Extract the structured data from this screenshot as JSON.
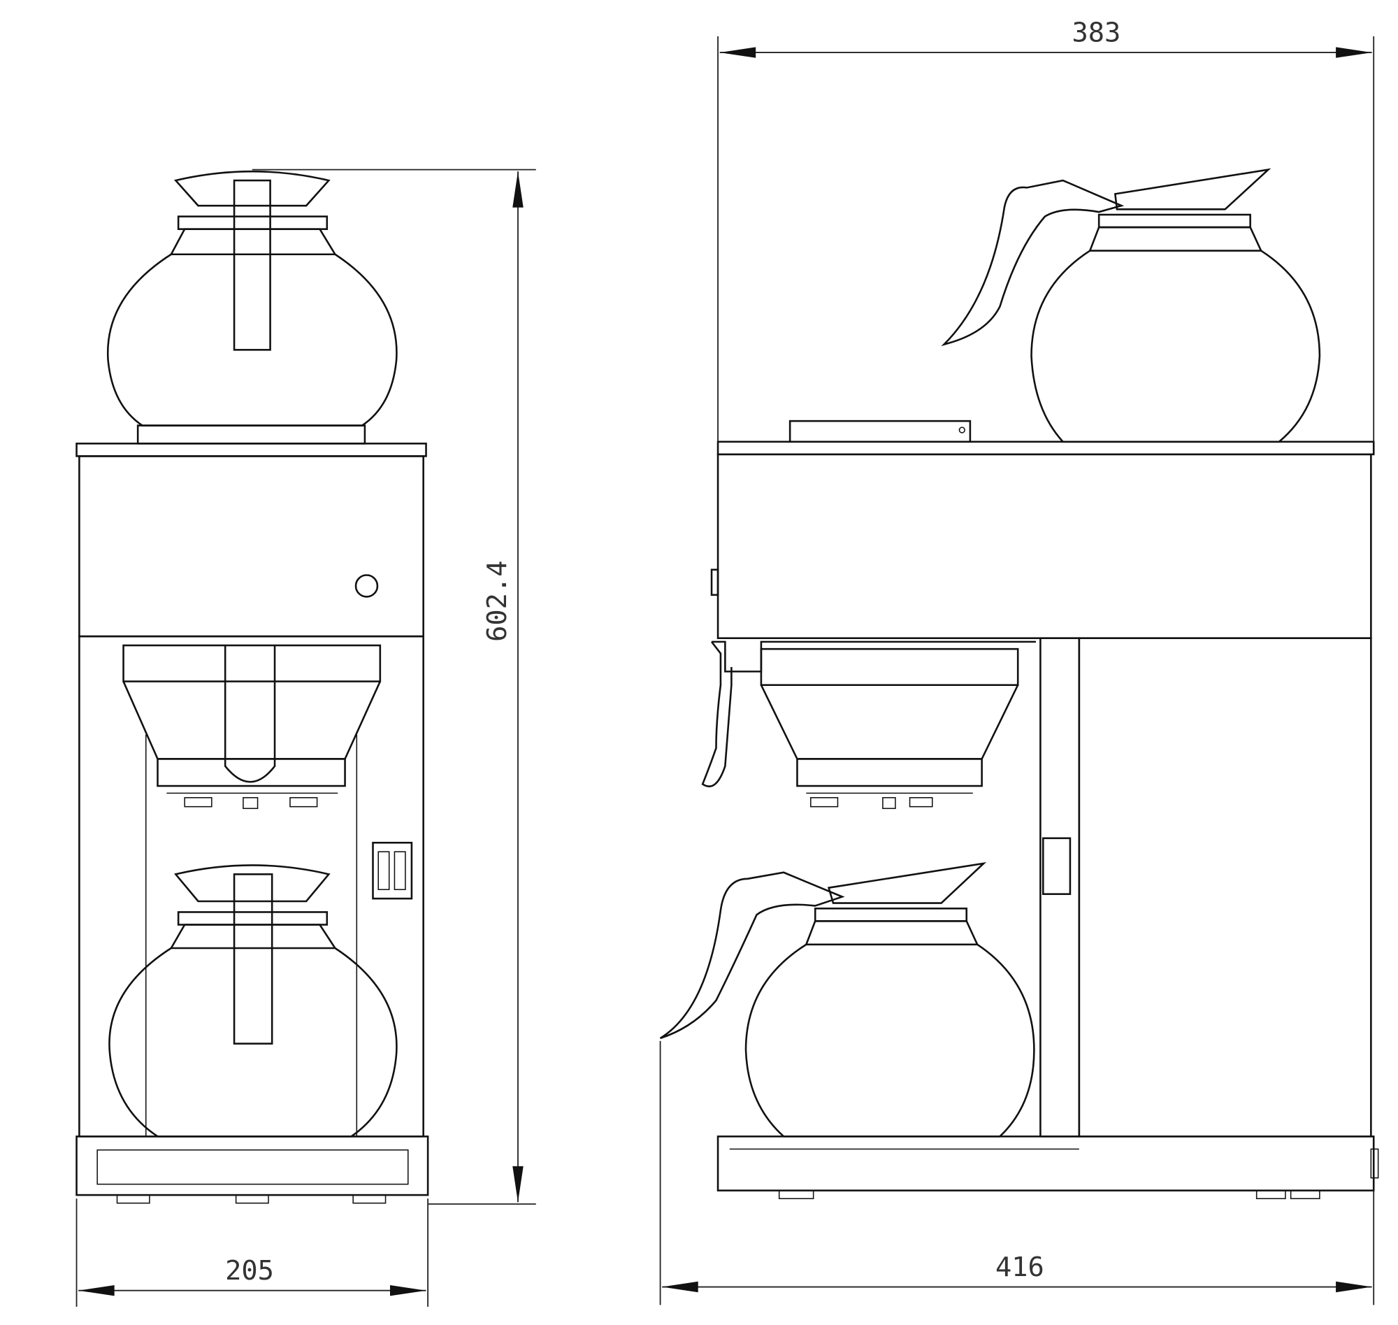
{
  "dimensions": {
    "front_width": "205",
    "height": "602.4",
    "side_top_width": "383",
    "side_overall_width": "416"
  },
  "colors": {
    "line": "#111111",
    "background": "#ffffff"
  }
}
